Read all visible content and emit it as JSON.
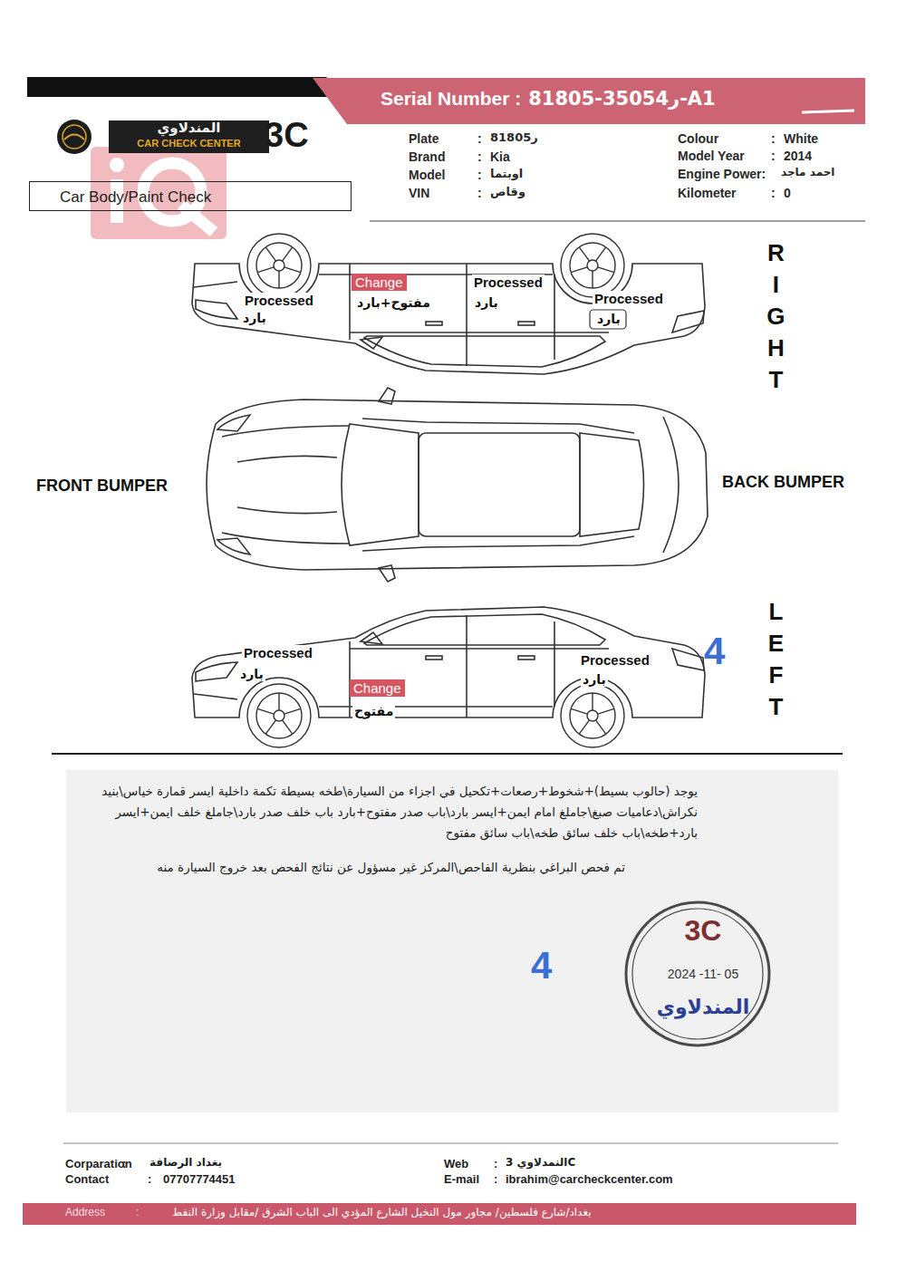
{
  "diagram": {
    "nodes": [
      {
        "text": [
          "Serial Number :",
          "ر35054-81805-A1"
        ]
      },
      {
        "text": [
          "المندلاوي",
          "CAR CHECK CENTER"
        ]
      },
      {
        "text": [
          "Car Body/Paint Check"
        ]
      },
      {
        "text": [
          "Change"
        ]
      },
      {
        "text": [
          "Change"
        ]
      },
      {
        "text": [
          "يوجد (حالوب بسيط)+شخوط+رصعات+تكحيل في اجزاء من السيارة\\طخه بسيطة تكمة داخلية ايسر قمارة خياس\\بنيد نكراش\\دعاميات صبغ\\جاملغ امام ايمن+ايسر بارد\\باب صدر مفتوح+بارد باب خلف صدر بارد\\جاملغ خلف ايمن+ايسر بارد+طخه\\باب خلف سائق طخه\\باب سائق مفتوح",
          "تم فحص البراغي بنظرية الفاحص\\المركز غير مسؤول عن نتائج الفحص بعد خروج السيارة منه"
        ]
      },
      {
        "text": [
          "3C",
          "2024 -11- 05",
          "المندلاوي"
        ],
        "in": 5
      },
      {
        "text": [
          "Address",
          ":",
          "بغداد/شارع فلسطين/ مجاور مول النخيل الشارع المؤدي الى الباب الشرق /مقابل وزارة النفط"
        ]
      }
    ],
    "labels": [
      "3C",
      "Plate",
      ":",
      "ر81805",
      "Brand",
      ":",
      "Kia",
      "Model",
      ":",
      "اوبتما",
      "VIN",
      ":",
      "وقاص",
      "Colour",
      ":",
      "White",
      "Model Year",
      ":",
      "2014",
      "Engine Power:",
      "احمد ماجد",
      "Kilometer",
      ":",
      "0",
      "RIGHT",
      "Processed",
      "بارد",
      "مفتوح+بارد",
      "Processed",
      "بارد",
      "Processed",
      "بارد",
      "FRONT BUMPER",
      "BACK BUMPER",
      "LEFT",
      "Processed",
      "بارد",
      "مفتوح",
      "Processed",
      "بارد",
      "4",
      "4",
      "Corparation",
      ":",
      "بغداد الرصافة",
      "Contact",
      ":",
      "07707774451",
      "Web",
      ":",
      "النمدلاوي 3C",
      "E-mail",
      ":",
      "ibrahim@carcheckcenter.com"
    ]
  }
}
